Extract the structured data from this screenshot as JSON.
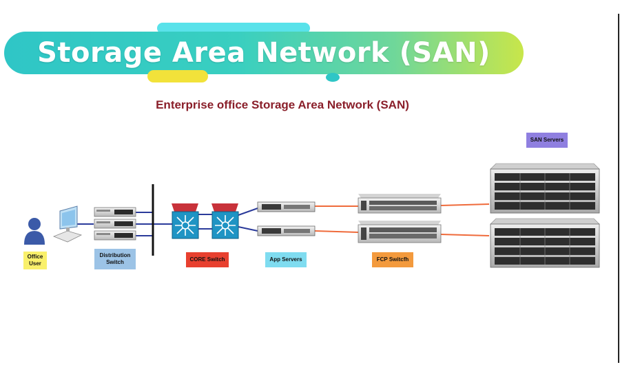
{
  "banner": {
    "title": "Storage Area Network (SAN)"
  },
  "diagram": {
    "title": "Enterprise office Storage Area Network (SAN)",
    "labels": {
      "office_user": "Office\nUser",
      "distribution_switch": "Distribution\nSwitch",
      "core_switch": "CORE Switch",
      "app_servers": "App Servers",
      "fcp_switch": "FCP Switcfh",
      "san_servers": "SAN Servers"
    },
    "colors": {
      "office_user": "#f9f06b",
      "distribution_switch": "#9cc3e6",
      "core_switch": "#e8402f",
      "app_servers": "#7fdcf0",
      "fcp_switch": "#f39a3d",
      "san_servers": "#8f7fe0",
      "ethernet": "#2a3a9a",
      "fibre": "#ef6a3a"
    },
    "icons": [
      "user-icon",
      "workstation-icon",
      "ethernet-switch-icon",
      "core-switch-icon",
      "rack-server-icon",
      "fc-switch-icon",
      "storage-array-icon"
    ]
  }
}
